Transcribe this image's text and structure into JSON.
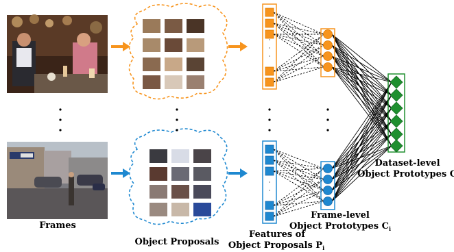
{
  "labels": {
    "frames": "Frames",
    "object_proposals": "Object Proposals",
    "features_line1": "Features of",
    "features_line2": "Object Proposals P",
    "features_sub": "i",
    "frame_level_line1": "Frame-level",
    "frame_level_line2": "Object Prototypes C",
    "frame_level_sub": "i",
    "dataset_level_line1": "Dataset-level",
    "dataset_level_line2": "Object Prototypes G"
  },
  "colors": {
    "orange": "#f7941d",
    "orange_stroke": "#e07b00",
    "blue": "#1e88d0",
    "blue_stroke": "#1565a8",
    "green": "#1f8f2f",
    "green_stroke": "#126b1f"
  },
  "network": {
    "top_feature_squares": 5,
    "top_frame_prototypes": 4,
    "bottom_feature_squares": 5,
    "bottom_frame_prototypes": 4,
    "dataset_prototypes": 6
  },
  "icons": {
    "arrow": "right-arrow-icon",
    "cloud": "dashed-cloud-icon",
    "feature": "square-node-icon",
    "frame_prototype": "circle-node-icon",
    "dataset_prototype": "diamond-node-icon"
  }
}
